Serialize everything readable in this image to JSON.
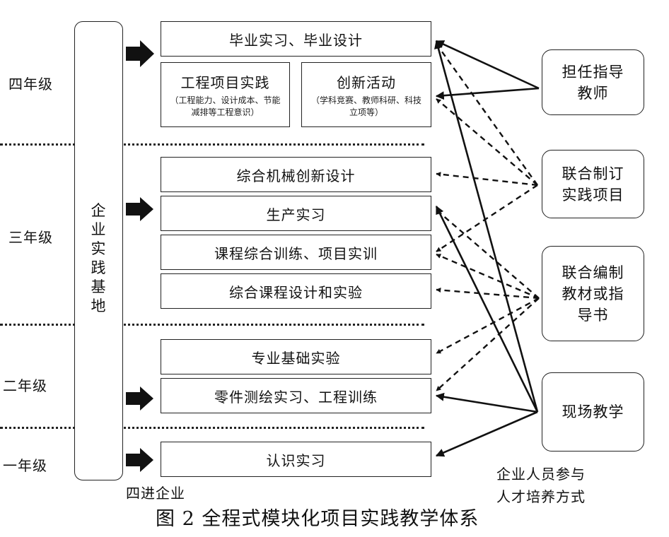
{
  "grades": {
    "g4": "四年级",
    "g3": "三年级",
    "g2": "二年级",
    "g1": "一年级"
  },
  "base": {
    "label": "企业实践基地"
  },
  "four_visits": "四进企业",
  "modules": {
    "m1": "毕业实习、毕业设计",
    "m2_title": "工程项目实践",
    "m2_sub": "（工程能力、设计成本、节能减排等工程意识）",
    "m3_title": "创新活动",
    "m3_sub": "（学科竞赛、教师科研、科技立项等）",
    "m4": "综合机械创新设计",
    "m5": "生产实习",
    "m6": "课程综合训练、项目实训",
    "m7": "综合课程设计和实验",
    "m8": "专业基础实验",
    "m9": "零件测绘实习、工程训练",
    "m10": "认识实习"
  },
  "roles": {
    "r1": "担任指导教师",
    "r2": "联合制订实践项目",
    "r3": "联合编制教材或指导书",
    "r4": "现场教学"
  },
  "side_caption": "企业人员参与人才培养方式",
  "figure_caption": "图 2 全程式模块化项目实践教学体系"
}
